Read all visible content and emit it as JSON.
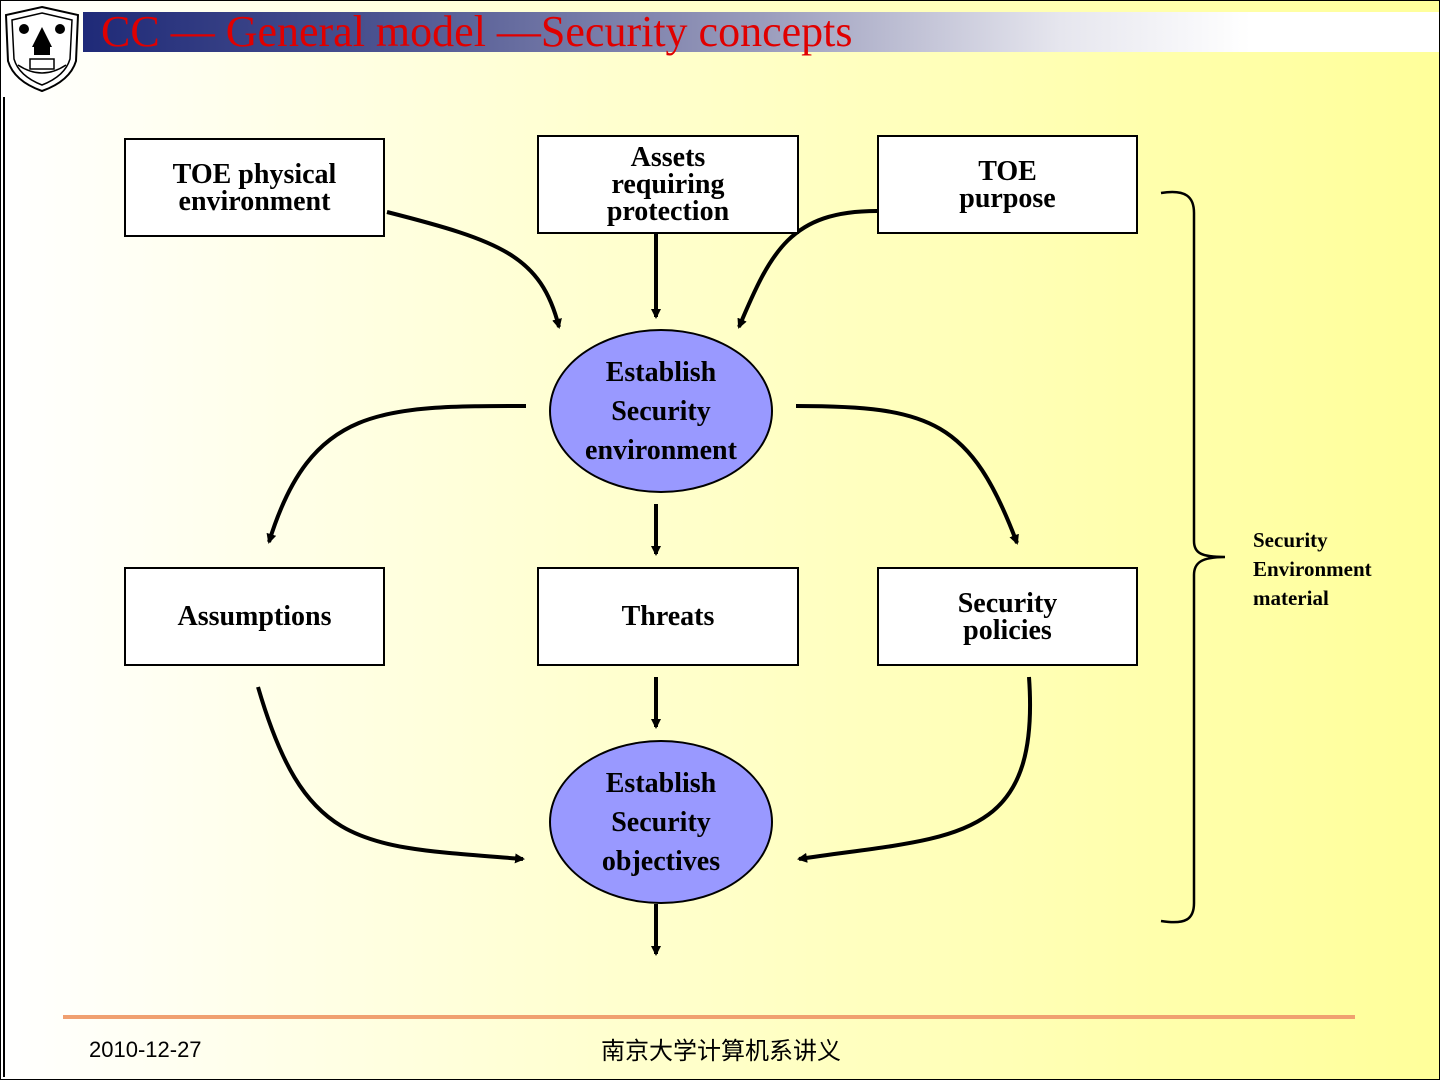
{
  "title": "CC — General model —Security concepts",
  "nodes": {
    "toe_physical": "TOE physical\nenvironment",
    "assets": "Assets\nrequiring\nprotection",
    "toe_purpose": "TOE\npurpose",
    "establish_env": "Establish\nSecurity\nenvironment",
    "assumptions": "Assumptions",
    "threats": "Threats",
    "policies": "Security\npolicies",
    "establish_obj": "Establish\nSecurity\nobjectives"
  },
  "brace_label": "Security\nEnvironment\nmaterial",
  "footer": {
    "date": "2010-12-27",
    "center": "南京大学计算机系讲义"
  },
  "colors": {
    "title": "#e00000",
    "ellipse_fill": "#9999ff",
    "footer_line": "#f0a070"
  },
  "icons": {
    "logo": "university-seal-icon"
  }
}
